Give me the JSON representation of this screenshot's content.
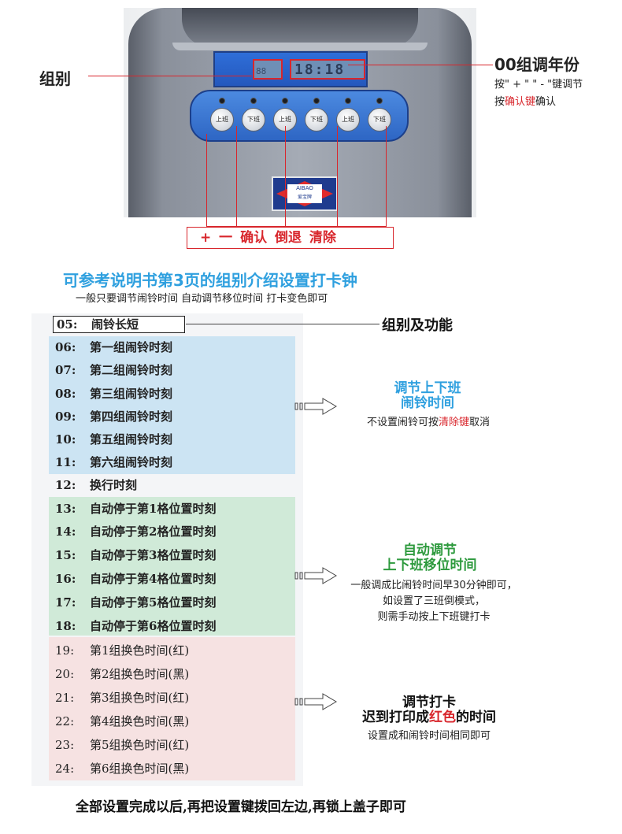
{
  "device": {
    "lcd_group": "88",
    "lcd_time": "18:18",
    "keys": [
      "上班",
      "下班",
      "上班",
      "下班",
      "上班",
      "下班"
    ],
    "logo_text": "AIBAO",
    "logo_sub": "爱宝牌"
  },
  "callouts": {
    "group_label": "组别",
    "year_title": "00组调年份",
    "year_note_line1_pre": "按\" + \" \" - \"键调节",
    "year_note_line2_pre": "按",
    "year_note_line2_red": "确认键",
    "year_note_line2_post": "确认",
    "operations": "+ 一 确认 倒退 清除"
  },
  "headline": "可参考说明书第3页的组别介绍设置打卡钟",
  "subline": "一般只要调节闹铃时间 自动调节移位时间 打卡变色即可",
  "table": {
    "header_num": "05:",
    "header_text": "闹铃长短",
    "func_label": "组别及功能",
    "rows_blue": [
      {
        "num": "06:",
        "text": "第一组闹铃时刻"
      },
      {
        "num": "07:",
        "text": "第二组闹铃时刻"
      },
      {
        "num": "08:",
        "text": "第三组闹铃时刻"
      },
      {
        "num": "09:",
        "text": "第四组闹铃时刻"
      },
      {
        "num": "10:",
        "text": "第五组闹铃时刻"
      },
      {
        "num": "11:",
        "text": "第六组闹铃时刻"
      }
    ],
    "row_plain": {
      "num": "12:",
      "text": "换行时刻"
    },
    "rows_green": [
      {
        "num": "13:",
        "text": "自动停于第1格位置时刻"
      },
      {
        "num": "14:",
        "text": "自动停于第2格位置时刻"
      },
      {
        "num": "15:",
        "text": "自动停于第3格位置时刻"
      },
      {
        "num": "16:",
        "text": "自动停于第4格位置时刻"
      },
      {
        "num": "17:",
        "text": "自动停于第5格位置时刻"
      },
      {
        "num": "18:",
        "text": "自动停于第6格位置时刻"
      }
    ],
    "rows_pink": [
      {
        "num": "19:",
        "text": "第1组换色时间(红)"
      },
      {
        "num": "20:",
        "text": "第2组换色时间(黑)"
      },
      {
        "num": "21:",
        "text": "第3组换色时间(红)"
      },
      {
        "num": "22:",
        "text": "第4组换色时间(黑)"
      },
      {
        "num": "23:",
        "text": "第5组换色时间(红)"
      },
      {
        "num": "24:",
        "text": "第6组换色时间(黑)"
      }
    ]
  },
  "notes": {
    "alarm_title1": "调节上下班",
    "alarm_title2": "闹铃时间",
    "alarm_body_pre": "不设置闹铃可按",
    "alarm_body_red": "清除键",
    "alarm_body_post": "取消",
    "shift_title1": "自动调节",
    "shift_title2": "上下班移位时间",
    "shift_body1": "一般调成比闹铃时间早30分钟即可，",
    "shift_body2": "如设置了三班倒模式，",
    "shift_body3": "则需手动按上下班键打卡",
    "color_title1": "调节打卡",
    "color_title2_pre": "迟到打印成",
    "color_title2_red": "红色",
    "color_title2_post": "的时间",
    "color_body": "设置成和闹铃时间相同即可"
  },
  "footer": "全部设置完成以后,再把设置键拨回左边,再锁上盖子即可",
  "colors": {
    "blue_band": "#cce4f3",
    "green_band": "#d0ead8",
    "pink_band": "#f6e2e2",
    "title_blue": "#2fa0df",
    "title_green": "#2e9a3e",
    "accent_red": "#d8262c"
  }
}
